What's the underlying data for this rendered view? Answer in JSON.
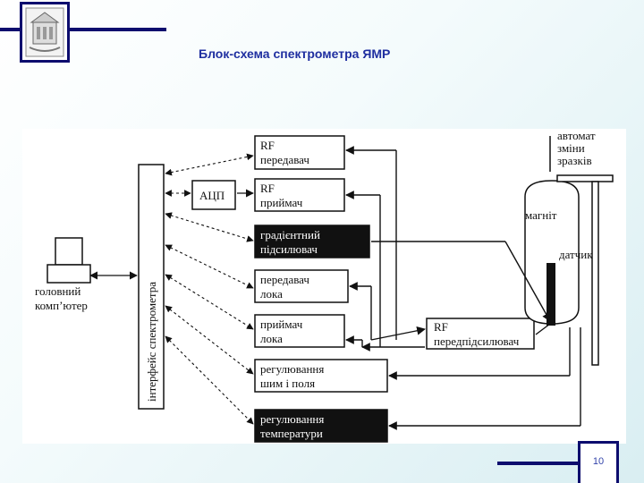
{
  "header": {
    "title": "Блок-схема спектрометра ЯМР"
  },
  "footer": {
    "page_number": "10"
  },
  "diagram": {
    "rf_transmitter": [
      "RF",
      "передавач"
    ],
    "adc": "АЦП",
    "rf_receiver": [
      "RF",
      "приймач"
    ],
    "gradient_amp": [
      "градієнтний",
      "підсилювач"
    ],
    "lock_transmitter": [
      "передавач",
      "лока"
    ],
    "lock_receiver": [
      "приймач",
      "лока"
    ],
    "shim_control": [
      "регулювання",
      "шим і поля"
    ],
    "temp_control": [
      "регулювання",
      "температури"
    ],
    "interface": "інтерфейс спектрометра",
    "computer": [
      "головний",
      "комп’ютер"
    ],
    "preamp": [
      "RF",
      "передпідсилювач"
    ],
    "magnet": "магніт",
    "sensor": "датчик",
    "sample_changer": [
      "автомат",
      "зміни",
      "зразків"
    ]
  }
}
